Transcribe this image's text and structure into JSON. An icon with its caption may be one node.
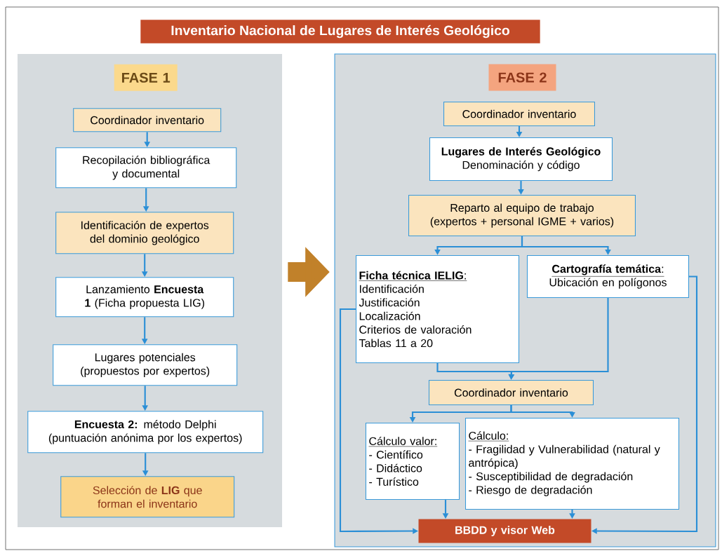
{
  "diagram": {
    "title": "Inventario Nacional de Lugares de Interés Geológico",
    "nodes": [
      {
        "text": [],
        "shape": "box"
      },
      {
        "text": [
          "FASE 1"
        ],
        "in": 0
      },
      {
        "text": [
          "Coordinador inventario"
        ],
        "in": 0
      },
      {
        "text": [
          "Recopilación bibliográfica y documental"
        ],
        "in": 0
      },
      {
        "text": [
          "Identificación de expertos del dominio geológico"
        ],
        "in": 0
      },
      {
        "text": [
          "Lanzamiento **Encuesta 1** (Ficha propuesta LIG)"
        ],
        "in": 0
      },
      {
        "text": [
          "Lugares potenciales (propuestos por expertos)"
        ],
        "in": 0
      },
      {
        "text": [
          "**Encuesta 2:** método Delphi (puntuación anónima por los expertos)"
        ],
        "in": 0
      },
      {
        "text": [
          "Selección de **LIG** que forman el inventario"
        ],
        "in": 0
      },
      {
        "text": [],
        "shape": "box"
      },
      {
        "text": [
          "FASE 2"
        ],
        "in": 9
      },
      {
        "text": [
          "Coordinador inventario"
        ],
        "in": 9
      },
      {
        "text": [
          "Lugares de Interés Geológico",
          "Denominación y código"
        ],
        "in": 9
      },
      {
        "text": [
          "Reparto al equipo de trabajo (expertos + personal IGME + varios)"
        ],
        "in": 9
      },
      {
        "text": [
          "**Ficha técnica IELIG**:",
          "Identificación",
          "Justificación",
          "Localización",
          "Criterios de valoración",
          "Tablas 11 a 20"
        ],
        "in": 9
      },
      {
        "text": [
          "**Cartografía temática**:",
          "Ubicación en polígonos"
        ],
        "in": 9
      },
      {
        "text": [
          "Coordinador inventario"
        ],
        "in": 9
      },
      {
        "text": [
          "Cálculo valor:",
          "- Científico",
          "- Didáctico",
          "- Turístico"
        ],
        "in": 9
      },
      {
        "text": [
          "Cálculo:",
          "- Fragilidad y Vulnerabilidad (natural y antrópica)",
          "- Susceptibilidad de degradación",
          "- Riesgo de degradación"
        ],
        "in": 9
      },
      {
        "text": [
          "BBDD y visor Web"
        ],
        "in": 9
      }
    ],
    "edges": [
      {
        "from": 2,
        "to": 3,
        "arrow": "to"
      },
      {
        "from": 3,
        "to": 4,
        "arrow": "to"
      },
      {
        "from": 4,
        "to": 5,
        "arrow": "to"
      },
      {
        "from": 5,
        "to": 6,
        "arrow": "to"
      },
      {
        "from": 6,
        "to": 7,
        "arrow": "to"
      },
      {
        "from": 7,
        "to": 8,
        "arrow": "to"
      },
      {
        "from": 0,
        "to": 9,
        "arrow": "to",
        "style": "thick",
        "color": "#c1812a"
      },
      {
        "from": 11,
        "to": 12,
        "arrow": "to"
      },
      {
        "from": 12,
        "to": 13,
        "arrow": "to"
      },
      {
        "from": 13,
        "to": 14,
        "arrow": "to"
      },
      {
        "from": 13,
        "to": 15,
        "arrow": "to"
      },
      {
        "from": 14,
        "to": 16,
        "arrow": "to"
      },
      {
        "from": 15,
        "to": 16,
        "arrow": "to"
      },
      {
        "from": 16,
        "to": 17,
        "arrow": "to"
      },
      {
        "from": 16,
        "to": 18,
        "arrow": "to"
      },
      {
        "from": 17,
        "to": 19,
        "arrow": "to"
      },
      {
        "from": 18,
        "to": 19,
        "arrow": "to"
      },
      {
        "from": 14,
        "to": 19,
        "arrow": "to"
      },
      {
        "from": 15,
        "to": 19,
        "arrow": "to"
      }
    ]
  }
}
